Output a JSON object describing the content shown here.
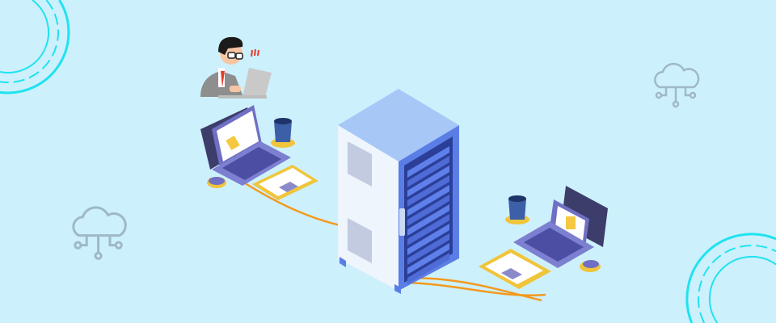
{
  "scene": {
    "background": "#cdf0fd",
    "accent_cyan": "#1fe3ef",
    "server_blue": "#4b67d8",
    "laptop_purple": "#6f6fc4",
    "cable_orange": "#f39a1e",
    "outline_gray": "#9fb8c8",
    "icons": [
      "cloud-network-icon",
      "cloud-network-icon",
      "server-rack",
      "laptop",
      "laptop",
      "tablet",
      "tablet",
      "coffee-mug",
      "coffee-mug",
      "computer-mouse",
      "computer-mouse",
      "person-at-computer"
    ]
  }
}
